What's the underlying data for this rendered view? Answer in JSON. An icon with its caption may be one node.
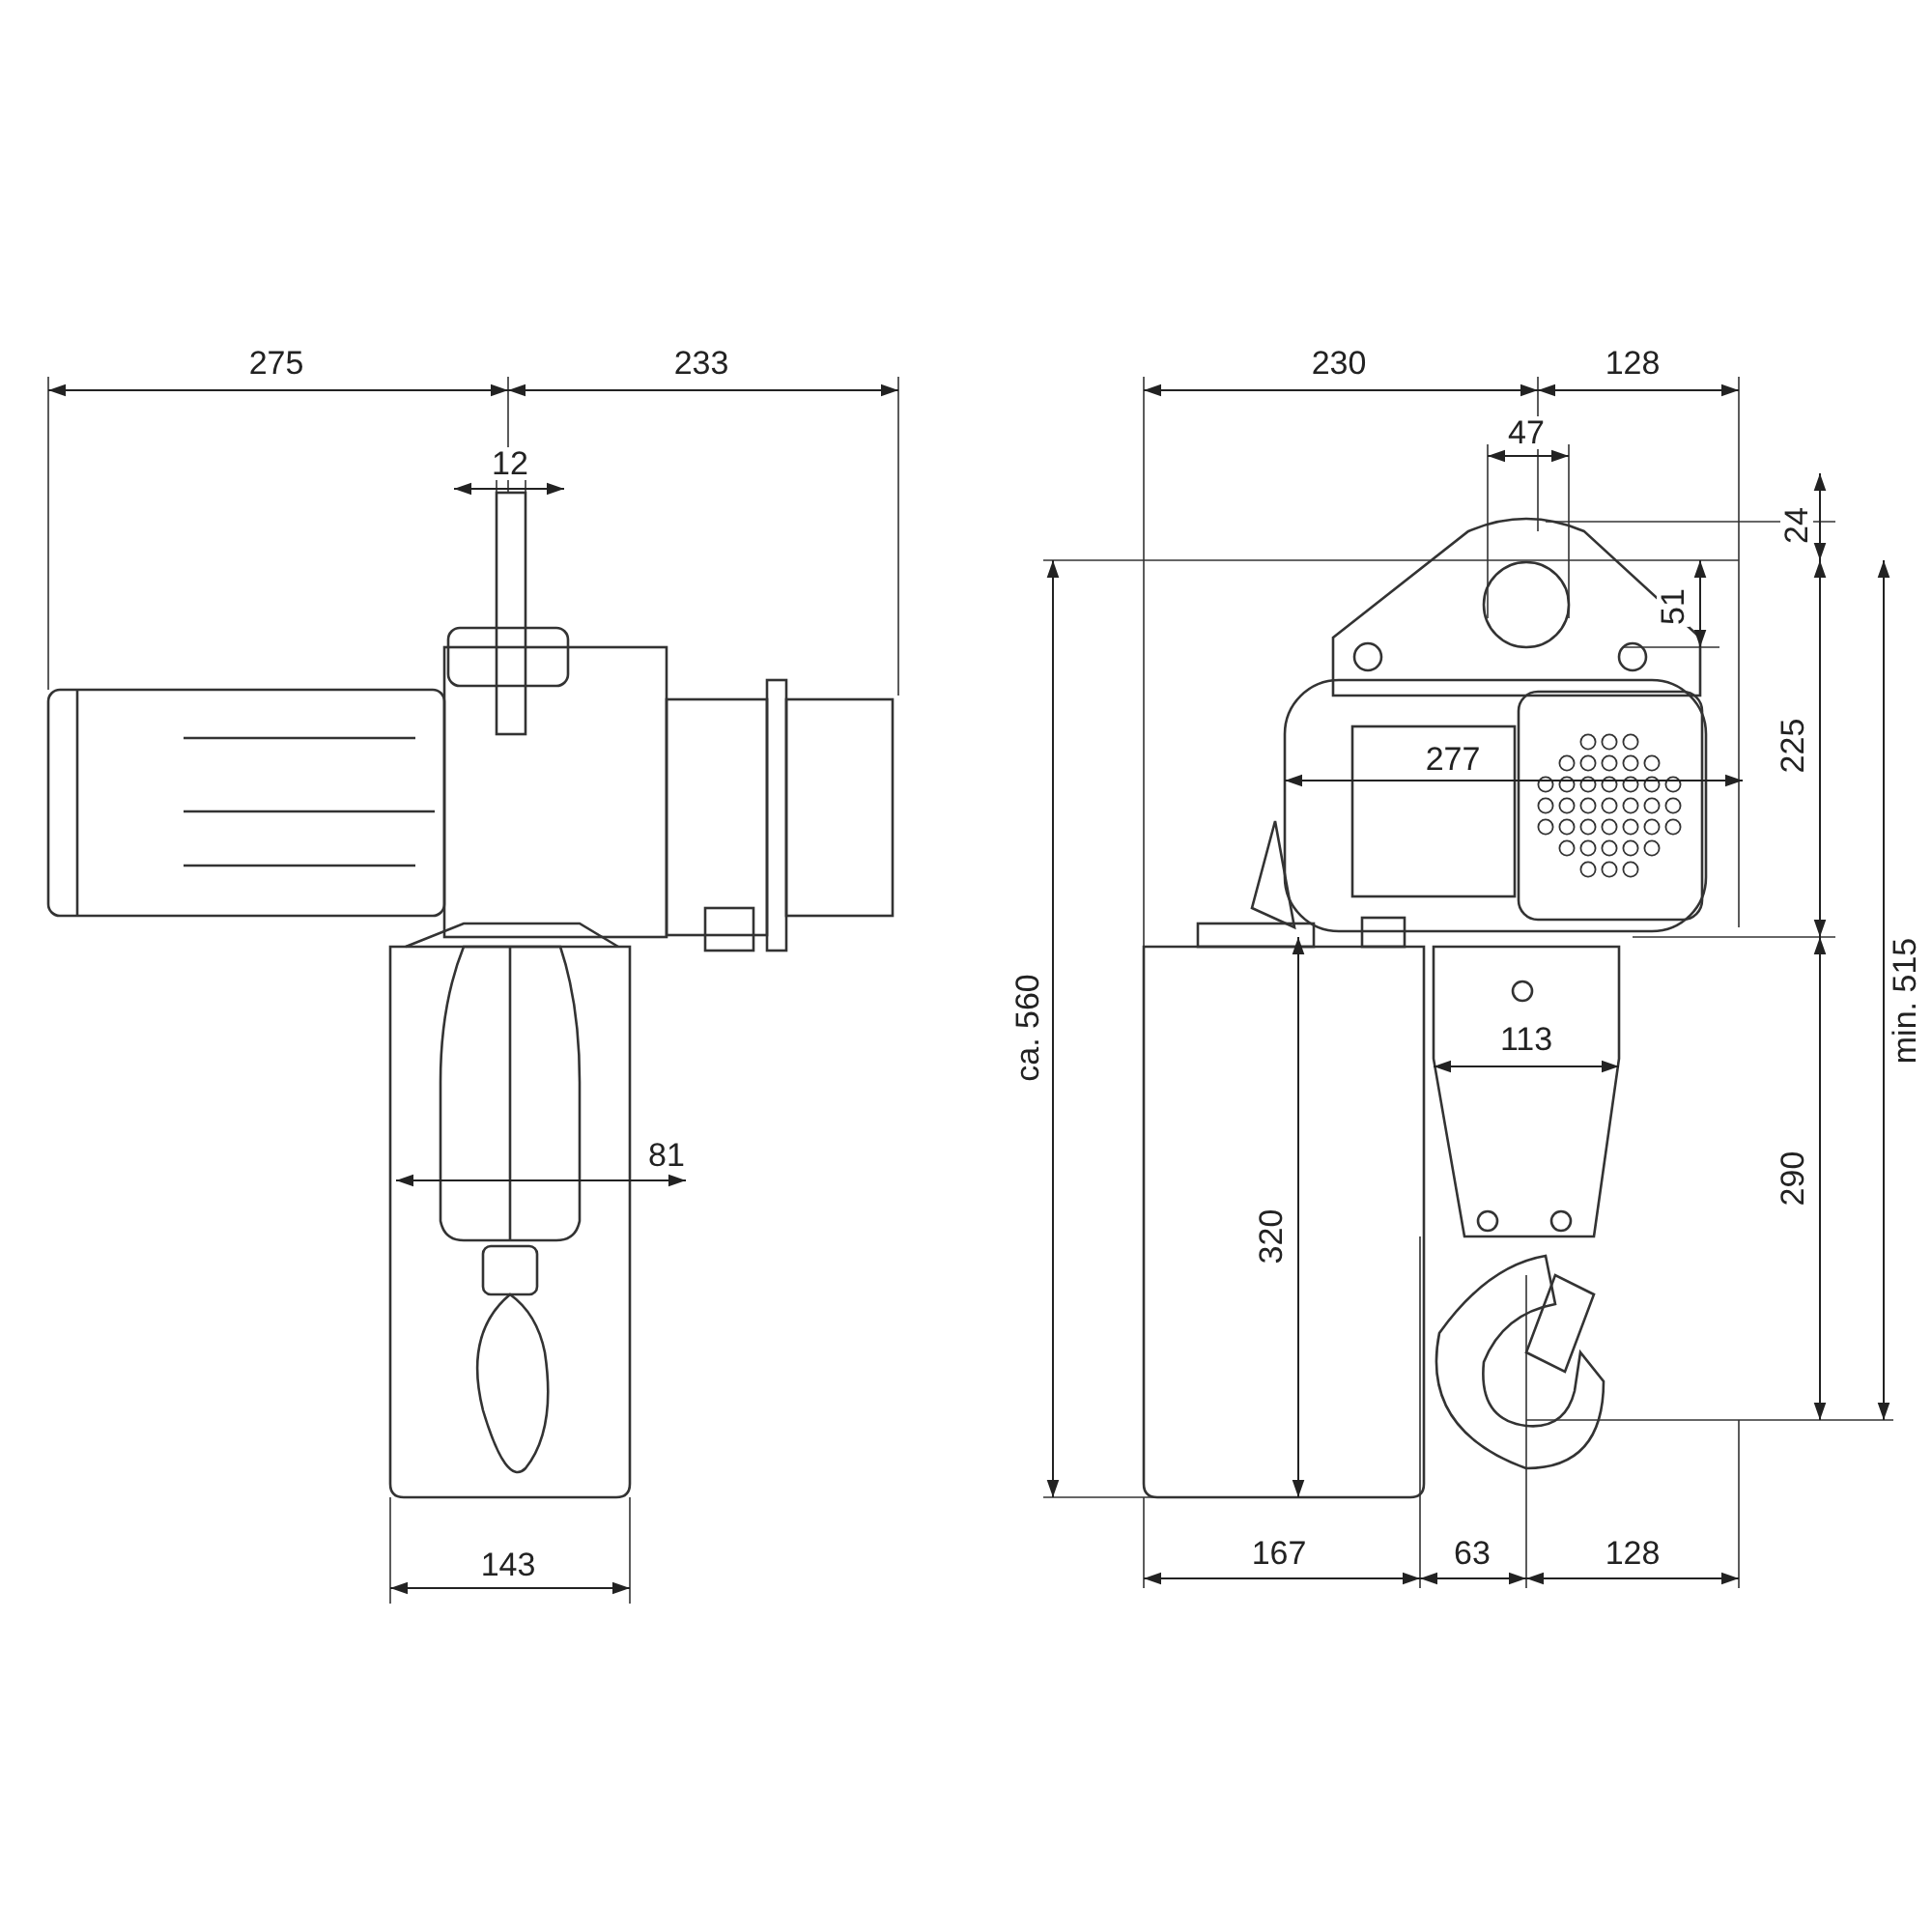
{
  "diagram": {
    "labels": [
      "275",
      "233",
      "230",
      "128",
      "12",
      "47",
      "24",
      "51",
      "277",
      "225",
      "ca. 560",
      "min. 515",
      "113",
      "81",
      "320",
      "290",
      "143",
      "167",
      "63",
      "128"
    ]
  }
}
